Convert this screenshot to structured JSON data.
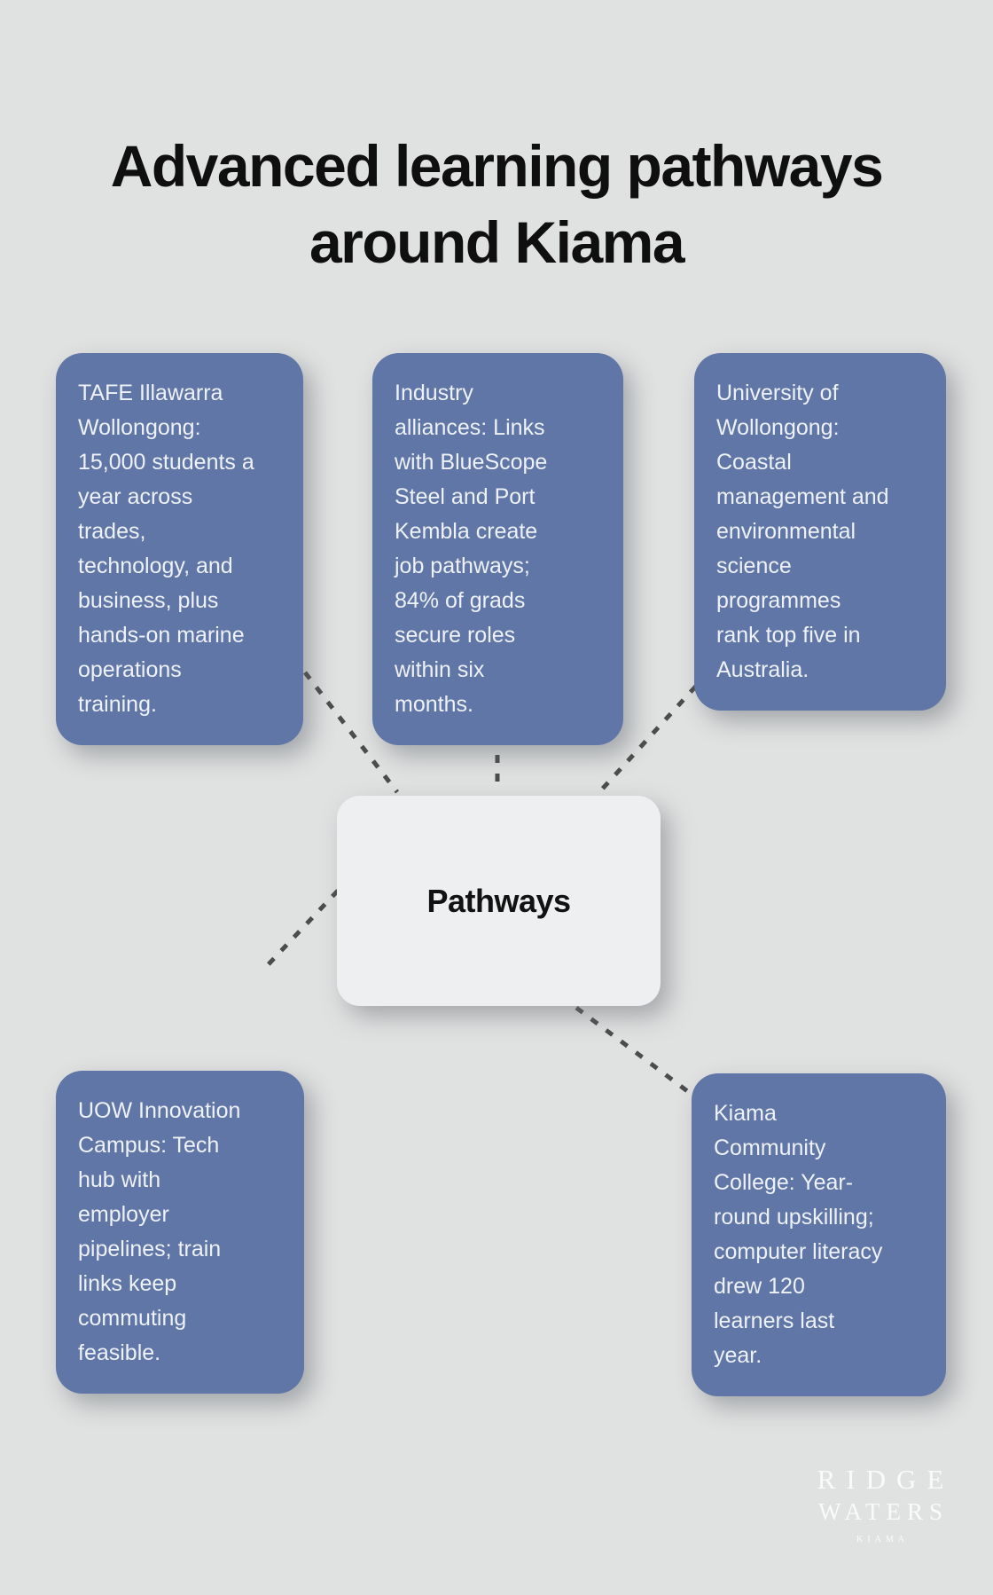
{
  "title": "Advanced learning pathways around Kiama",
  "center": {
    "label": "Pathways"
  },
  "nodes": [
    {
      "id": "tafe-illawarra-wollongong",
      "text": "TAFE Illawarra\nWollongong:\n15,000 students a\nyear across\ntrades,\ntechnology, and\nbusiness, plus\nhands-on marine\noperations\ntraining."
    },
    {
      "id": "industry-alliances",
      "text": "Industry\nalliances: Links\nwith BlueScope\nSteel and Port\nKembla create\njob pathways;\n84% of grads\nsecure roles\nwithin six\nmonths."
    },
    {
      "id": "university-of-wollongong",
      "text": "University of\nWollongong:\nCoastal\nmanagement and\nenvironmental\nscience\nprogrammes\nrank top five in\nAustralia."
    },
    {
      "id": "uow-innovation-campus",
      "text": "UOW Innovation\nCampus: Tech\nhub with\nemployer\npipelines; train\nlinks keep\ncommuting\nfeasible."
    },
    {
      "id": "kiama-community-college",
      "text": "Kiama\nCommunity\nCollege: Year-\nround upskilling;\ncomputer literacy\ndrew 120\nlearners last\nyear."
    }
  ],
  "logo": {
    "line1": "RIDGE",
    "line2": "WATERS",
    "line3": "KIAMA"
  },
  "colors": {
    "background": "#e0e1e1",
    "node_fill": "#5f76a6",
    "node_text": "#eef1f7",
    "center_fill": "#edeff1",
    "center_text": "#121212",
    "connector": "#4c4c4c",
    "title_text": "#0f0f0f",
    "logo_text": "#fdfdfd"
  }
}
